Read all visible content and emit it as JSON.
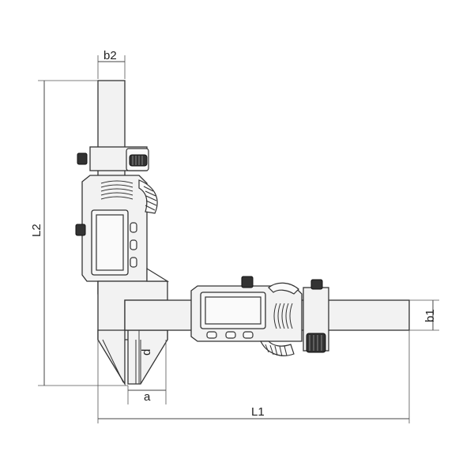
{
  "dimensions": {
    "b2": "b2",
    "L2": "L2",
    "d": "d",
    "a": "a",
    "L1": "L1",
    "b1": "b1"
  },
  "colors": {
    "outline": "#333333",
    "body_fill": "#f2f2f2",
    "knob": "#333333",
    "background": "#ffffff"
  }
}
